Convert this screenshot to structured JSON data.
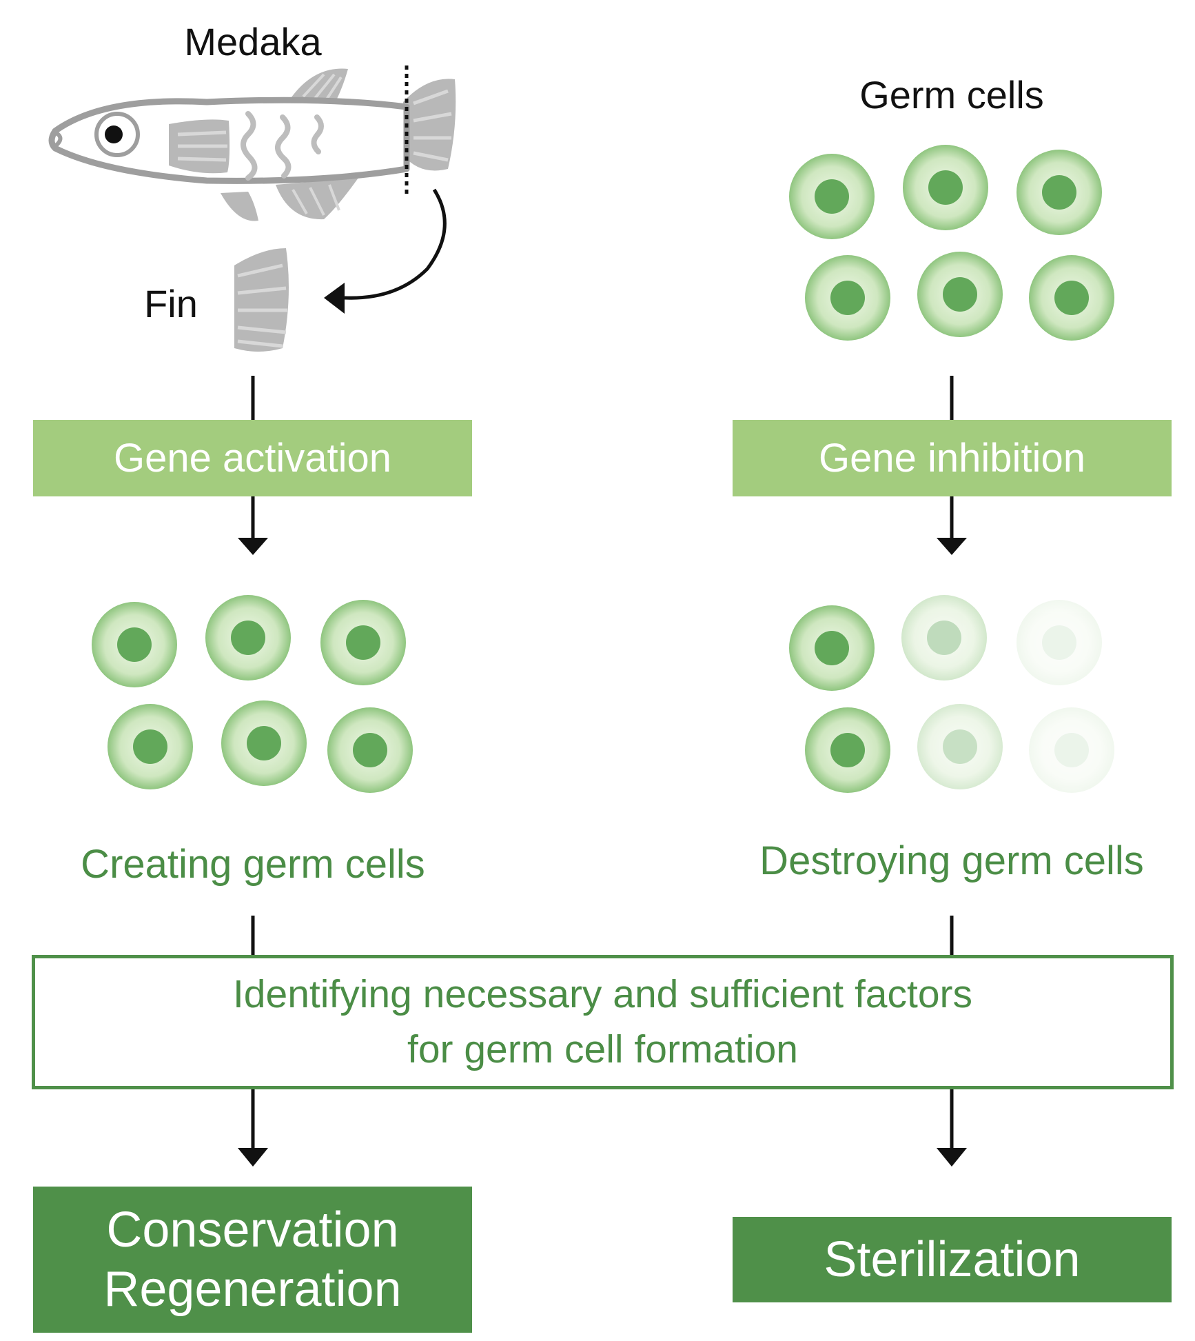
{
  "fish_label": "Medaka",
  "fin_label": "Fin",
  "germ_cells_label": "Germ cells",
  "left_step": "Gene activation",
  "right_step": "Gene inhibition",
  "left_result": "Creating germ cells",
  "right_result": "Destroying germ cells",
  "center_box": {
    "line1": "Identifying necessary and sufficient factors",
    "line2": "for germ cell formation"
  },
  "left_outcome": {
    "line1": "Conservation",
    "line2": "Regeneration"
  },
  "right_outcome": "Sterilization",
  "colors": {
    "pale_green": "#a3cc7e",
    "dark_green": "#4f9049",
    "text_green": "#4b8d46",
    "cell_green": "#86c178",
    "fish_gray": "#b3b3b3"
  },
  "icons": [
    "medaka-fish-icon",
    "fin-icon",
    "germ-cell-icon",
    "arrow-down-icon",
    "curved-arrow-icon"
  ]
}
